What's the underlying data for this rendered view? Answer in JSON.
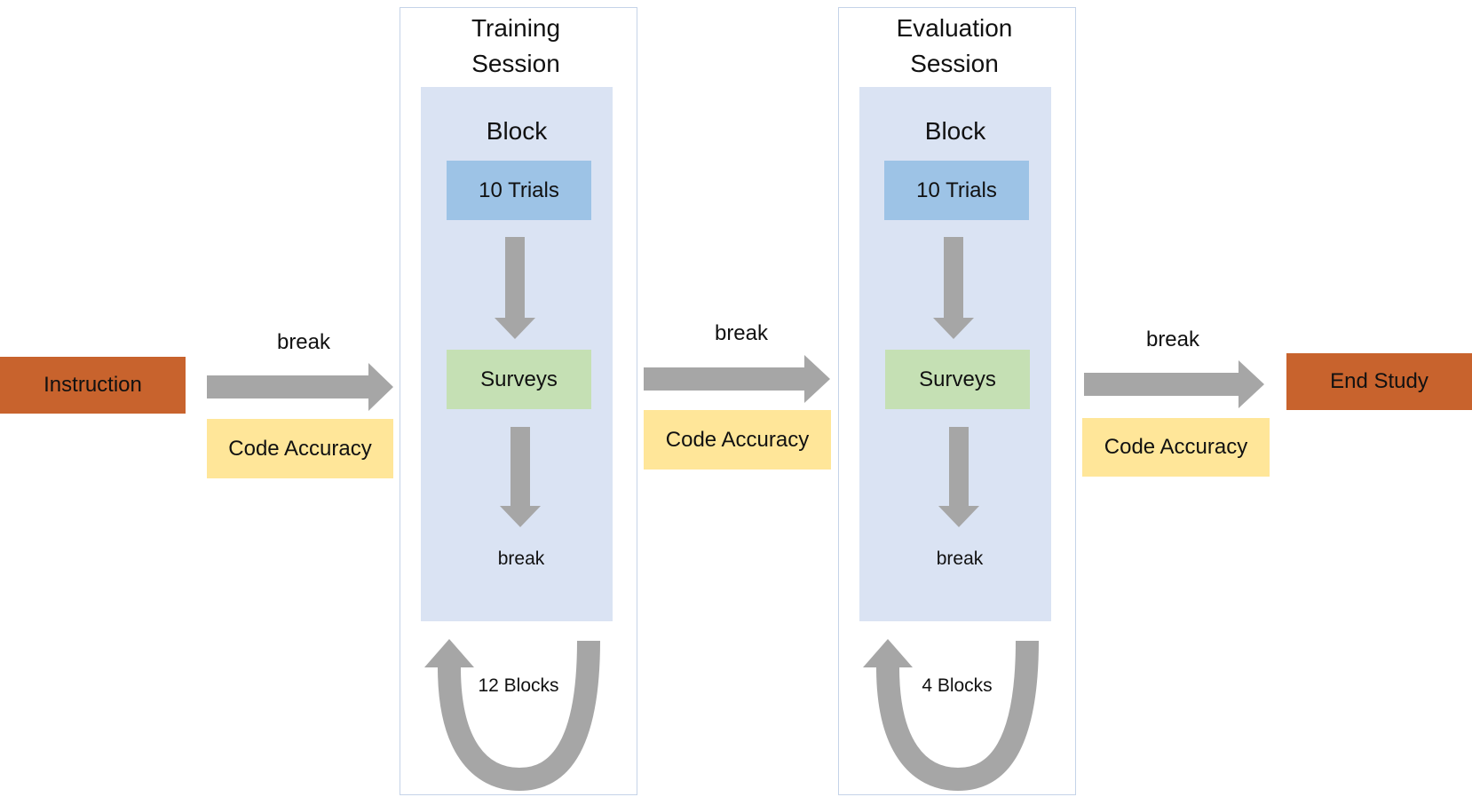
{
  "instruction": "Instruction",
  "end_study": "End Study",
  "transitions": [
    {
      "break_label": "break",
      "metric": "Code Accuracy"
    },
    {
      "break_label": "break",
      "metric": "Code Accuracy"
    },
    {
      "break_label": "break",
      "metric": "Code Accuracy"
    }
  ],
  "training": {
    "title_line1": "Training",
    "title_line2": "Session",
    "block_label": "Block",
    "trials": "10 Trials",
    "surveys": "Surveys",
    "break": "break",
    "repeat": "12 Blocks"
  },
  "evaluation": {
    "title_line1": "Evaluation",
    "title_line2": "Session",
    "block_label": "Block",
    "trials": "10 Trials",
    "surveys": "Surveys",
    "break": "break",
    "repeat": "4 Blocks"
  },
  "colors": {
    "terminal": "#c8632d",
    "metric": "#ffe699",
    "trials": "#9dc3e6",
    "surveys": "#c5e0b4",
    "block_bg": "#dae3f3",
    "arrow": "#a6a6a6"
  }
}
